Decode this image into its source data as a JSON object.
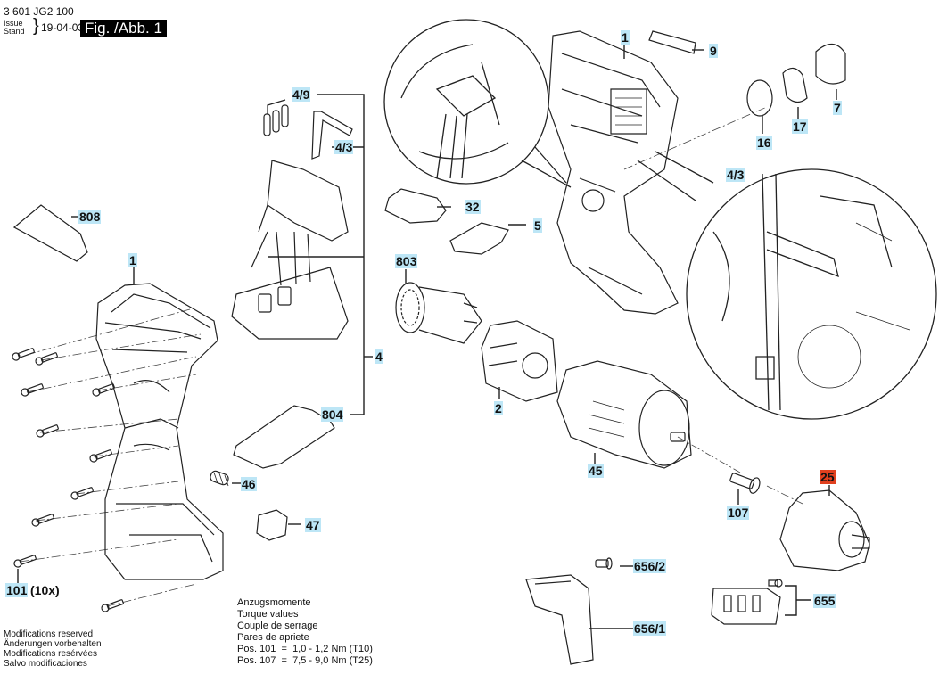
{
  "header": {
    "part_number": "3 601 JG2 100",
    "issue_label": "Issue",
    "stand_label": "Stand",
    "date": "19-04-03",
    "figure_label": "Fig. /Abb. 1"
  },
  "callouts": [
    {
      "id": "1-left",
      "label": "1"
    },
    {
      "id": "1-top",
      "label": "1"
    },
    {
      "id": "2",
      "label": "2"
    },
    {
      "id": "4",
      "label": "4"
    },
    {
      "id": "4-9",
      "label": "4/9"
    },
    {
      "id": "4-3-left",
      "label": "4/3"
    },
    {
      "id": "4-3-right",
      "label": "4/3"
    },
    {
      "id": "5",
      "label": "5"
    },
    {
      "id": "7",
      "label": "7"
    },
    {
      "id": "9",
      "label": "9"
    },
    {
      "id": "16",
      "label": "16"
    },
    {
      "id": "17",
      "label": "17"
    },
    {
      "id": "25",
      "label": "25",
      "highlighted": true
    },
    {
      "id": "32",
      "label": "32"
    },
    {
      "id": "45",
      "label": "45"
    },
    {
      "id": "46",
      "label": "46"
    },
    {
      "id": "47",
      "label": "47"
    },
    {
      "id": "101",
      "label": "101",
      "quantity": "(10x)"
    },
    {
      "id": "107",
      "label": "107"
    },
    {
      "id": "655",
      "label": "655"
    },
    {
      "id": "656-1",
      "label": "656/1"
    },
    {
      "id": "656-2",
      "label": "656/2"
    },
    {
      "id": "803",
      "label": "803"
    },
    {
      "id": "804",
      "label": "804"
    },
    {
      "id": "808",
      "label": "808"
    }
  ],
  "torque": {
    "lines": [
      "Anzugsmomente",
      "Torque values",
      "Couple de serrage",
      "Pares de apriete"
    ],
    "values": [
      "Pos. 101  =  1,0 - 1,2 Nm (T10)",
      "Pos. 107  =  7,5 - 9,0 Nm (T25)"
    ]
  },
  "footer": {
    "lines": [
      "Modifications reserved",
      "Änderungen vorbehalten",
      "Modifications resérvées",
      "Salvo modificaciones"
    ]
  },
  "colors": {
    "callout_bg": "#bde6f6",
    "highlight_bg": "#e0401e",
    "line": "#222222"
  }
}
